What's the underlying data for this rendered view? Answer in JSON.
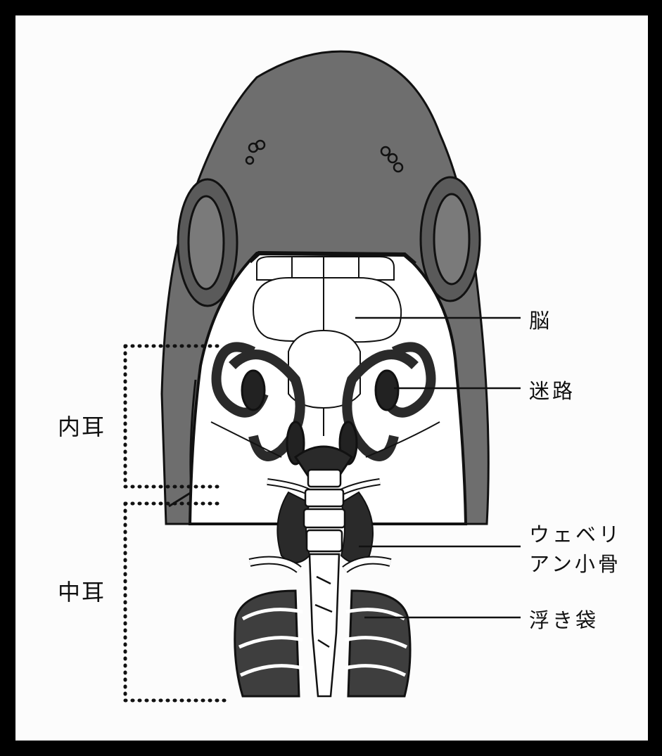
{
  "labels": {
    "brain": "脳",
    "labyrinth": "迷路",
    "weberian_line1": "ウェベリ",
    "weberian_line2": "アン小骨",
    "swim_bladder": "浮き袋",
    "inner_ear": "内耳",
    "middle_ear": "中耳"
  },
  "colors": {
    "body": "#6e6e6e",
    "body_dark": "#3e3e3e",
    "organ_dark": "#2a2a2a",
    "cavity": "#ffffff",
    "outline": "#111111"
  }
}
